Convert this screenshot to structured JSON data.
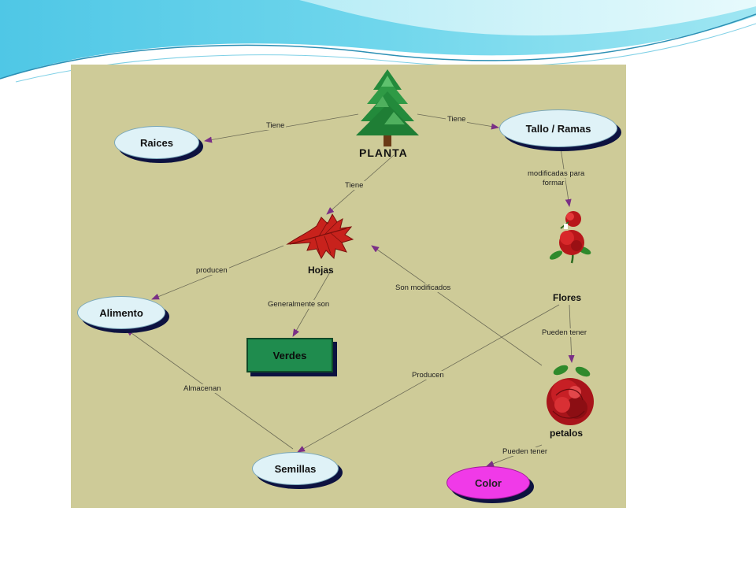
{
  "nodes": {
    "planta": "PLANTA",
    "raices": "Raices",
    "tallo": "Tallo / Ramas",
    "hojas": "Hojas",
    "alimento": "Alimento",
    "verdes": "Verdes",
    "flores": "Flores",
    "petalos": "petalos",
    "semillas": "Semillas",
    "color": "Color"
  },
  "links": {
    "tiene_raices": "Tiene",
    "tiene_tallo": "Tiene",
    "tiene_hojas": "Tiene",
    "modificadas_line1": "modificadas para",
    "modificadas_line2": "formar",
    "producen_alimento": "producen",
    "generalmente": "Generalmente son",
    "son_modificados": "Son modificados",
    "pueden_tener_petalos": "Pueden tener",
    "producen_semillas": "Producen",
    "almacenan": "Almacenan",
    "pueden_tener_color": "Pueden tener"
  },
  "colors": {
    "panel": "#cecb98",
    "node_blue": "#dff2f7",
    "node_green": "#1f8c4e",
    "node_pink": "#f03ae8",
    "arrow": "#7a2f86"
  },
  "icons": [
    "tree-icon",
    "leaf-icon",
    "rose-stem-icon",
    "rose-icon"
  ]
}
